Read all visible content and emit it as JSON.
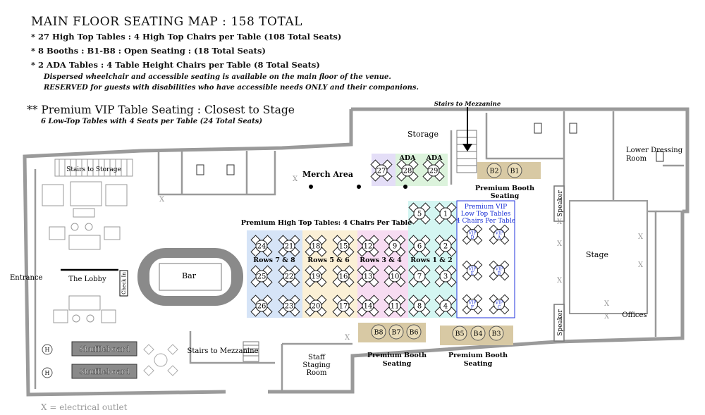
{
  "header": {
    "title": "MAIN FLOOR SEATING MAP : 158 TOTAL",
    "bullets": [
      "* 27 High Top Tables : 4 High Top Chairs per Table (108 Total Seats)",
      "* 8 Booths : B1-B8 : Open Seating : (18 Total Seats)",
      "* 2 ADA Tables : 4 Table Height Chairs per Table (8 Total Seats)"
    ],
    "notes": [
      "Dispersed wheelchair and accessible seating is available on the main floor of the venue.",
      "RESERVED for guests with disabilities who have accessible needs ONLY and their companions."
    ],
    "vip_title": "** Premium VIP Table Seating : Closest to Stage",
    "vip_sub": "6 Low-Top Tables with 4 Seats per Table (24 Total Seats)"
  },
  "labels": {
    "stairs_mezz_top": "Stairs to Mezzanine",
    "storage": "Storage",
    "stairs_storage": "Stairs to Storage",
    "merch": "Merch Area",
    "ada": "ADA",
    "lower_dressing_1": "Lower Dressing",
    "lower_dressing_2": "Room",
    "premium_booth": "Premium Booth",
    "seating": "Seating",
    "premium_high_top": "Premium High Top Tables: 4 Chairs Per Table",
    "premium_vip_1": "Premium VIP",
    "premium_vip_2": "Low Top Tables",
    "premium_vip_3": "4 Chairs Per Table",
    "rows_78": "Rows 7 & 8",
    "rows_56": "Rows 5 & 6",
    "rows_34": "Rows 3 & 4",
    "rows_12": "Rows 1 & 2",
    "bar": "Bar",
    "lobby": "The Lobby",
    "entrance": "Entrance",
    "check_in": "Check In",
    "shuffleboard": "Shuffleboard",
    "stairs_mezz_bottom": "Stairs to Mezzanine",
    "staff_1": "Staff",
    "staff_2": "Staging",
    "staff_3": "Room",
    "stage": "Stage",
    "offices": "Offices",
    "speaker": "Speaker",
    "vip": "VIP",
    "h": "H",
    "x": "X"
  },
  "tables": [
    {
      "n": "27",
      "zone": "merch"
    },
    {
      "n": "28",
      "zone": "ada"
    },
    {
      "n": "29",
      "zone": "ada"
    },
    {
      "n": "24",
      "zone": "r78"
    },
    {
      "n": "21",
      "zone": "r78"
    },
    {
      "n": "25",
      "zone": "r78"
    },
    {
      "n": "22",
      "zone": "r78"
    },
    {
      "n": "26",
      "zone": "r78"
    },
    {
      "n": "23",
      "zone": "r78"
    },
    {
      "n": "18",
      "zone": "r56"
    },
    {
      "n": "15",
      "zone": "r56"
    },
    {
      "n": "19",
      "zone": "r56"
    },
    {
      "n": "16",
      "zone": "r56"
    },
    {
      "n": "20",
      "zone": "r56"
    },
    {
      "n": "17",
      "zone": "r56"
    },
    {
      "n": "12",
      "zone": "r34"
    },
    {
      "n": "9",
      "zone": "r34"
    },
    {
      "n": "13",
      "zone": "r34"
    },
    {
      "n": "10",
      "zone": "r34"
    },
    {
      "n": "14",
      "zone": "r34"
    },
    {
      "n": "11",
      "zone": "r34"
    },
    {
      "n": "5",
      "zone": "r12"
    },
    {
      "n": "1",
      "zone": "r12"
    },
    {
      "n": "6",
      "zone": "r12"
    },
    {
      "n": "2",
      "zone": "r12"
    },
    {
      "n": "7",
      "zone": "r12"
    },
    {
      "n": "3",
      "zone": "r12"
    },
    {
      "n": "8",
      "zone": "r12"
    },
    {
      "n": "4",
      "zone": "r12"
    }
  ],
  "vip_tables": [
    "D",
    "A",
    "E",
    "B",
    "F",
    "C"
  ],
  "booths": [
    "B1",
    "B2",
    "B3",
    "B4",
    "B5",
    "B6",
    "B7",
    "B8"
  ],
  "legend": "X = electrical outlet",
  "colors": {
    "rows78": "#d6e4f7",
    "rows56": "#fbf0d6",
    "rows34": "#f7dcf2",
    "rows12": "#d4f6f2",
    "merch27": "#e4def7",
    "ada": "#dcf3dc",
    "vip_border": "#2233dd",
    "vip_text": "#1a2fd6",
    "booth": "#d8c9a4",
    "booth_seat": "#e9dcb9",
    "wall": "#9a9a9a",
    "gray_fill": "#8a8a8a"
  }
}
